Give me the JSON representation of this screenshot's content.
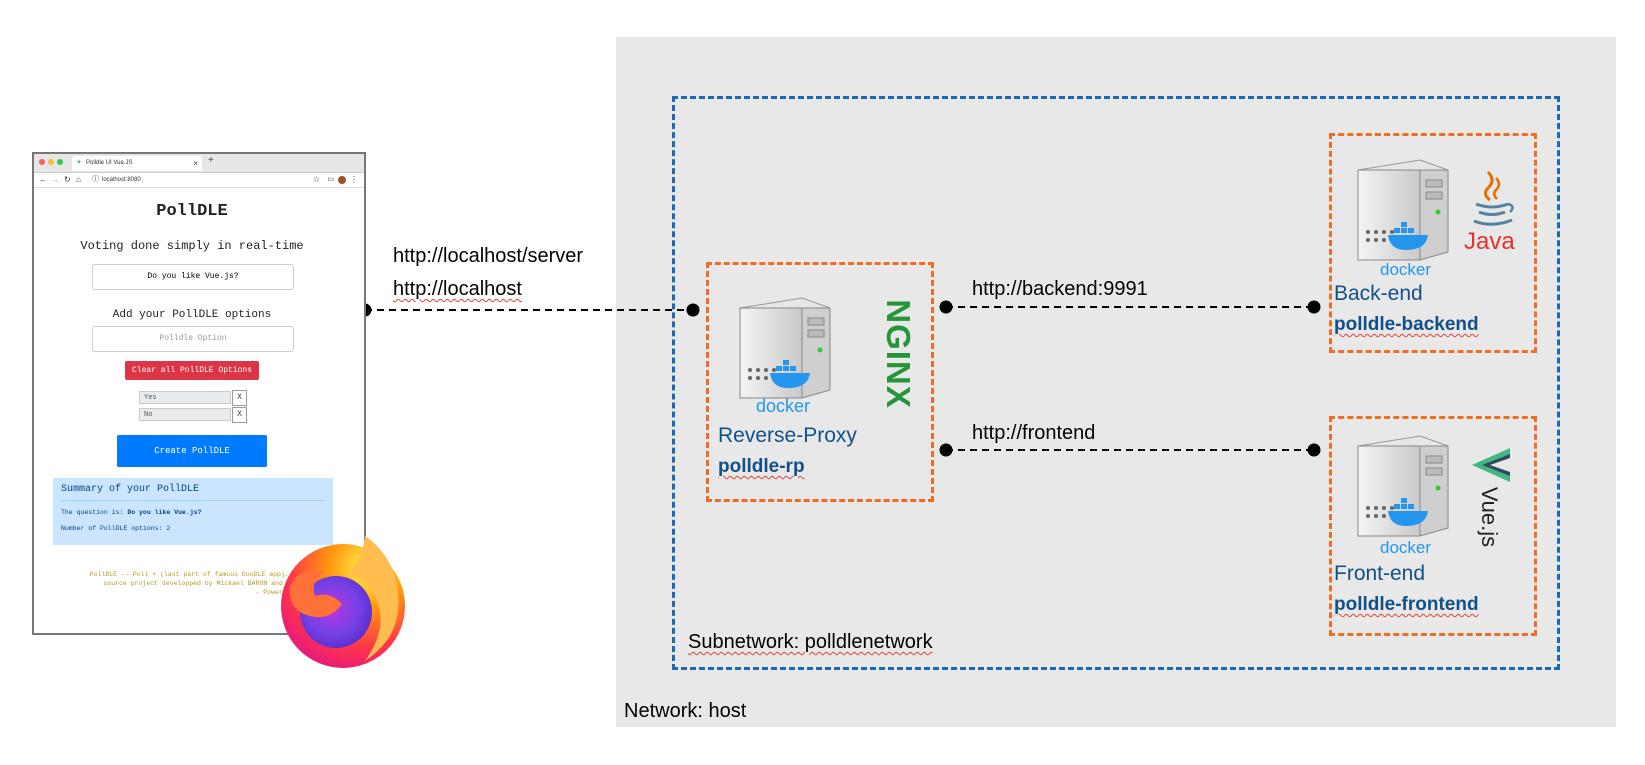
{
  "networks": {
    "host_label": "Network: host",
    "subnet_label": "Subnetwork: polldlenetwork"
  },
  "connections": {
    "browser_url_server": "http://localhost/server",
    "browser_url_root": "http://localhost",
    "backend_url": "http://backend:9991",
    "frontend_url": "http://frontend"
  },
  "services": {
    "reverse_proxy": {
      "title": "Reverse-Proxy",
      "name": "polldle-rp",
      "logo_text": "NGINX"
    },
    "backend": {
      "title": "Back-end",
      "name": "polldle-backend",
      "logo_text": "Java"
    },
    "frontend": {
      "title": "Front-end",
      "name": "polldle-frontend",
      "logo_text": "Vue.js"
    },
    "docker_label": "docker"
  },
  "browser": {
    "tab_title": "Polldle UI Vue.JS",
    "tab_close": "×",
    "new_tab": "+",
    "url": "localhost:8080",
    "app_title": "PollDLE",
    "subtitle": "Voting done simply in real-time",
    "question_value": "Do you like Vue.js?",
    "options_heading": "Add your PollDLE options",
    "option_placeholder": "Polldle Option",
    "clear_button": "Clear all PollDLE Options",
    "options": [
      {
        "label": "Yes",
        "remove": "X"
      },
      {
        "label": "No",
        "remove": "X"
      }
    ],
    "create_button": "Create PollDLE",
    "summary_title": "Summary of your PollDLE",
    "summary_question_prefix": "The question is:",
    "summary_question": "Do you like Vue.js?",
    "summary_count": "Number of PollDLE options: 2",
    "footer_line1": "PollDLE -→ Poll + (last part of famous DooDLE app). Poll",
    "footer_line2": "source project developped by Mickael BARON and Ma",
    "footer_line3": "- Powered by Vu"
  },
  "colors": {
    "subnet_border": "#1b69b4",
    "service_border": "#f06d28",
    "service_text": "#12508a",
    "docker_blue": "#2496ed",
    "nginx_green": "#269539",
    "java_red": "#e76f00",
    "vue_green": "#41b883",
    "vue_dark": "#35495e",
    "clear_button": "#dc3545",
    "create_button": "#007bff",
    "summary_bg": "#cce5ff"
  }
}
